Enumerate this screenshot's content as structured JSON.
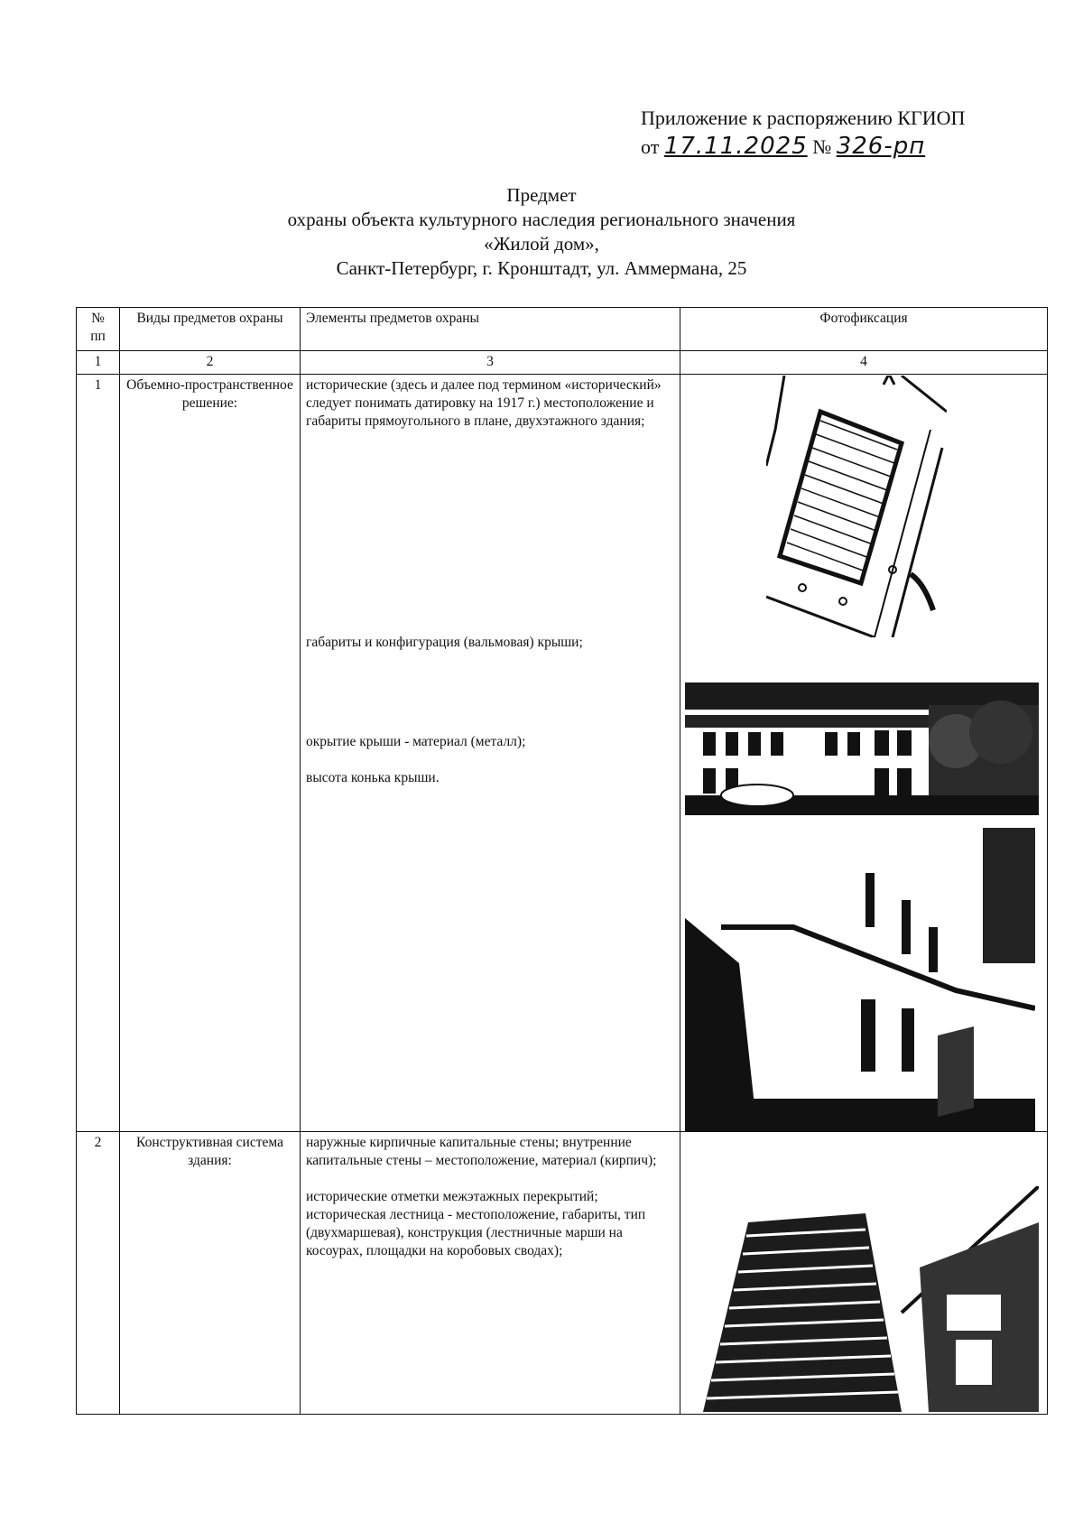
{
  "header": {
    "appendix": "Приложение к распоряжению КГИОП",
    "from_prefix": "от",
    "date": "17.11.2025",
    "number_sign": "№",
    "number": "326-рп"
  },
  "title": {
    "line1": "Предмет",
    "line2": "охраны объекта культурного наследия регионального значения",
    "line3": "«Жилой дом»,",
    "line4": "Санкт-Петербург, г. Кронштадт, ул. Аммермана, 25"
  },
  "table": {
    "headers": {
      "num": "№ пп",
      "kind": "Виды предметов охраны",
      "elements": "Элементы предметов охраны",
      "photo": "Фотофиксация"
    },
    "index_row": [
      "1",
      "2",
      "3",
      "4"
    ],
    "rows": [
      {
        "num": "1",
        "kind": "Объемно-пространственное решение:",
        "elements": [
          "исторические (здесь и далее под термином «исторический» следует понимать датировку на 1917 г.) местоположение и габариты прямоугольного в плане, двухэтажного здания;",
          "габариты и конфигурация (вальмовая) крыши;",
          "окрытие крыши - материал (металл);",
          "высота конька крыши."
        ]
      },
      {
        "num": "2",
        "kind": "Конструктивная система здания:",
        "elements": [
          "наружные кирпичные капитальные стены; внутренние капитальные стены – местоположение, материал (кирпич);",
          "исторические отметки межэтажных перекрытий; историческая лестница - местоположение, габариты, тип (двухмаршевая), конструкция (лестничные марши на косоурах, площадки на коробовых сводах);"
        ]
      }
    ]
  }
}
